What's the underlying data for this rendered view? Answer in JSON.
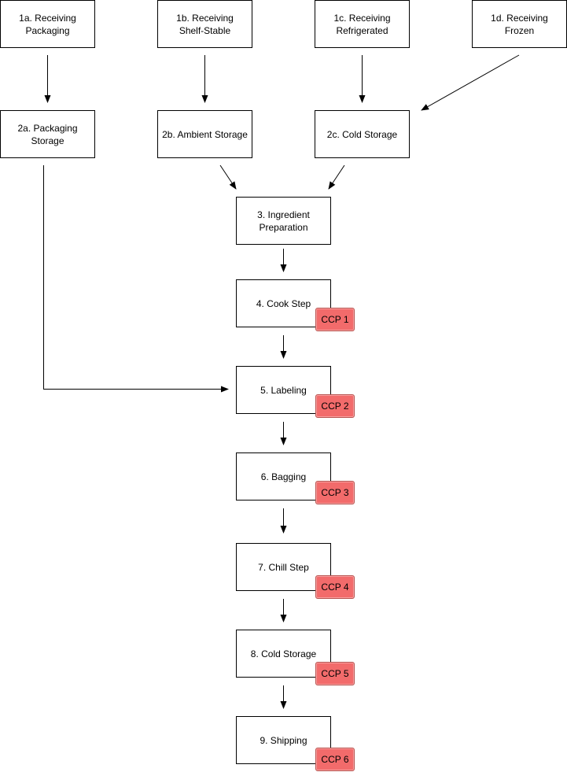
{
  "nodes": {
    "n1a": "1a. Receiving\nPackaging",
    "n1b": "1b. Receiving\nShelf-Stable",
    "n1c": "1c. Receiving\nRefrigerated",
    "n1d": "1d. Receiving Frozen",
    "n2a": "2a. Packaging\nStorage",
    "n2b": "2b. Ambient Storage",
    "n2c": "2c. Cold Storage",
    "n3": "3. Ingredient\nPreparation",
    "n4": "4. Cook Step",
    "n5": "5. Labeling",
    "n6": "6. Bagging",
    "n7": "7. Chill Step",
    "n8": "8. Cold Storage",
    "n9": "9. Shipping"
  },
  "ccp": {
    "c1": "CCP 1",
    "c2": "CCP 2",
    "c3": "CCP 3",
    "c4": "CCP 4",
    "c5": "CCP 5",
    "c6": "CCP 6"
  },
  "colors": {
    "ccp_fill": "#f26b6b",
    "ccp_border": "#b85450",
    "line": "#000000"
  }
}
